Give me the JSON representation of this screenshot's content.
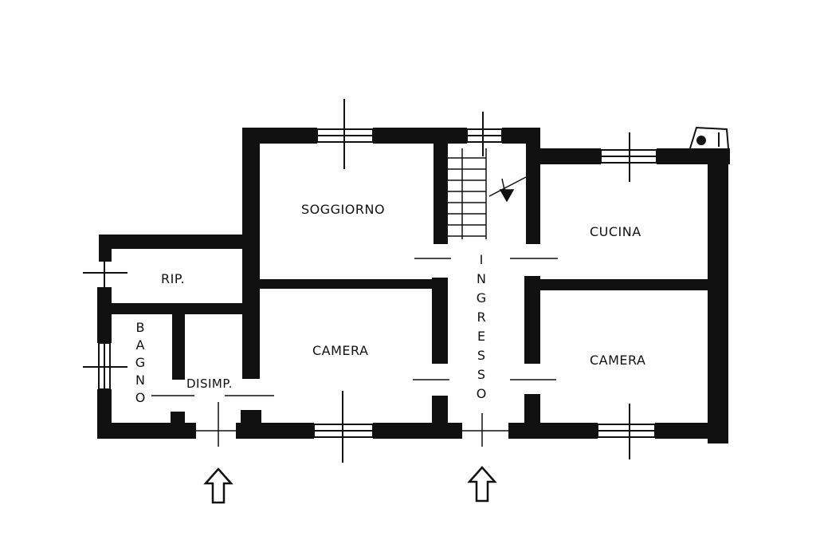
{
  "rooms": {
    "soggiorno": "SOGGIORNO",
    "cucina": "CUCINA",
    "rip": "RIP.",
    "camera_center": "CAMERA",
    "camera_right": "CAMERA",
    "disimp": "DISIMP.",
    "bagno": "BAGNO",
    "ingresso": "INGRESSO"
  },
  "colors": {
    "wall": "#111111",
    "background": "#ffffff"
  },
  "icons": {
    "entrance_left": "arrow-up-outline-icon",
    "entrance_main": "arrow-up-outline-icon",
    "stairs": "staircase-icon"
  }
}
